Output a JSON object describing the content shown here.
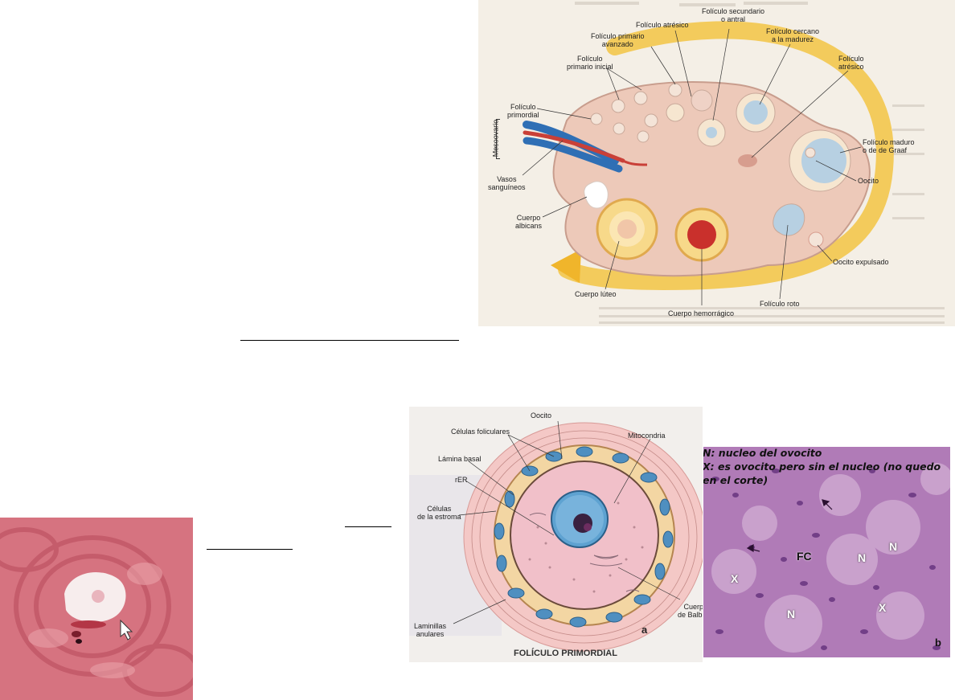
{
  "ovary": {
    "labels": {
      "foliculo_atresico_top": "Folículo atrésico",
      "foliculo_secundario": "Folículo secundario\no antral",
      "foliculo_cercano": "Folículo cercano\na la madurez",
      "foliculo_atresico_right": "Folículo\natrésico",
      "foliculo_primario_avanzado": "Folículo primario\navanzado",
      "foliculo_primario_inicial": "Folículo\nprimario inicial",
      "foliculo_primordial": "Folículo\nprimordial",
      "mesoovario": "Mesoovario",
      "vasos": "Vasos\nsanguíneos",
      "cuerpo_albicans": "Cuerpo\nalbicans",
      "foliculo_maduro": "Folículo maduro\no de de Graaf",
      "oocito": "Oocito",
      "oocito_expulsado": "Oocito expulsado",
      "cuerpo_luteo": "Cuerpo lúteo",
      "cuerpo_hemorragico": "Cuerpo hemorrágico",
      "foliculo_roto": "Folículo roto"
    }
  },
  "primordial": {
    "labels": {
      "oocito": "Oocito",
      "celulas_foliculares": "Células foliculares",
      "mitocondria": "Mitocondria",
      "lamina_basal": "Lámina basal",
      "rer": "rER",
      "celulas_estroma": "Células\nde la estroma",
      "cuerpo_balbiani": "Cuerpo\nde Balbiani",
      "laminillas": "Laminillas\nanulares",
      "panel_a": "a",
      "caption": "FOLÍCULO PRIMORDIAL"
    }
  },
  "histology": {
    "note_line1": "N: nucleo del ovocito",
    "note_line2": "X: es ovocito pero sin el nucleo (no quedo en el corte)",
    "marks": {
      "n1": "N",
      "n2": "N",
      "n3": "N",
      "x1": "X",
      "x2": "X",
      "fc": "FC",
      "panel_b": "b"
    }
  }
}
